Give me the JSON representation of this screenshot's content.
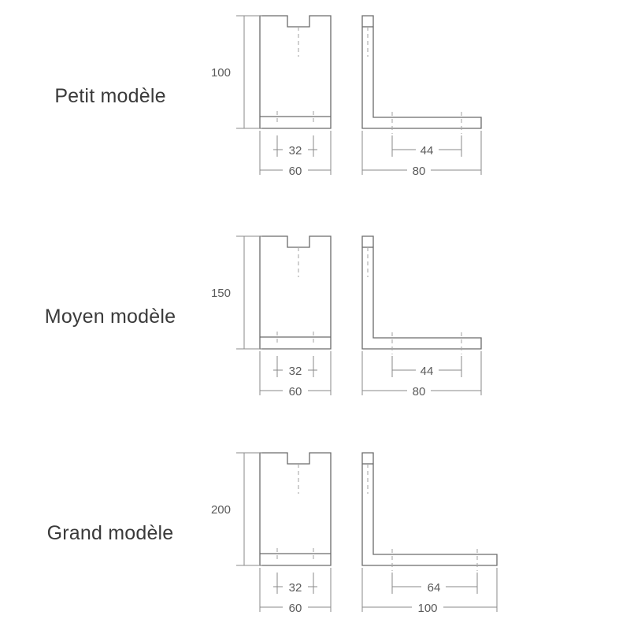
{
  "page": {
    "background_color": "#ffffff",
    "line_color": "#6a6a6a",
    "hidden_line_color": "#a8a8a8",
    "dimension_line_color": "#8a8a8a",
    "text_color": "#3a3a3a",
    "dimension_text_color": "#5a5a5a",
    "units": "mm"
  },
  "models": [
    {
      "id": "petit",
      "label": "Petit modèle",
      "front_view": {
        "name": "front-view",
        "height_mm": 100,
        "width_mm": 60,
        "hole_spacing_mm": 32,
        "notch": true
      },
      "side_view": {
        "name": "side-view",
        "depth_mm": 80,
        "hole_spacing_mm": 44
      },
      "dimensions": {
        "height": "100",
        "front_inner": "32",
        "front_outer": "60",
        "side_inner": "44",
        "side_outer": "80"
      }
    },
    {
      "id": "moyen",
      "label": "Moyen modèle",
      "front_view": {
        "name": "front-view",
        "height_mm": 150,
        "width_mm": 60,
        "hole_spacing_mm": 32,
        "notch": true
      },
      "side_view": {
        "name": "side-view",
        "depth_mm": 80,
        "hole_spacing_mm": 44
      },
      "dimensions": {
        "height": "150",
        "front_inner": "32",
        "front_outer": "60",
        "side_inner": "44",
        "side_outer": "80"
      }
    },
    {
      "id": "grand",
      "label": "Grand modèle",
      "front_view": {
        "name": "front-view",
        "height_mm": 200,
        "width_mm": 60,
        "hole_spacing_mm": 32,
        "notch": true
      },
      "side_view": {
        "name": "side-view",
        "depth_mm": 100,
        "hole_spacing_mm": 64
      },
      "dimensions": {
        "height": "200",
        "front_inner": "32",
        "front_outer": "60",
        "side_inner": "64",
        "side_outer": "100"
      }
    }
  ]
}
